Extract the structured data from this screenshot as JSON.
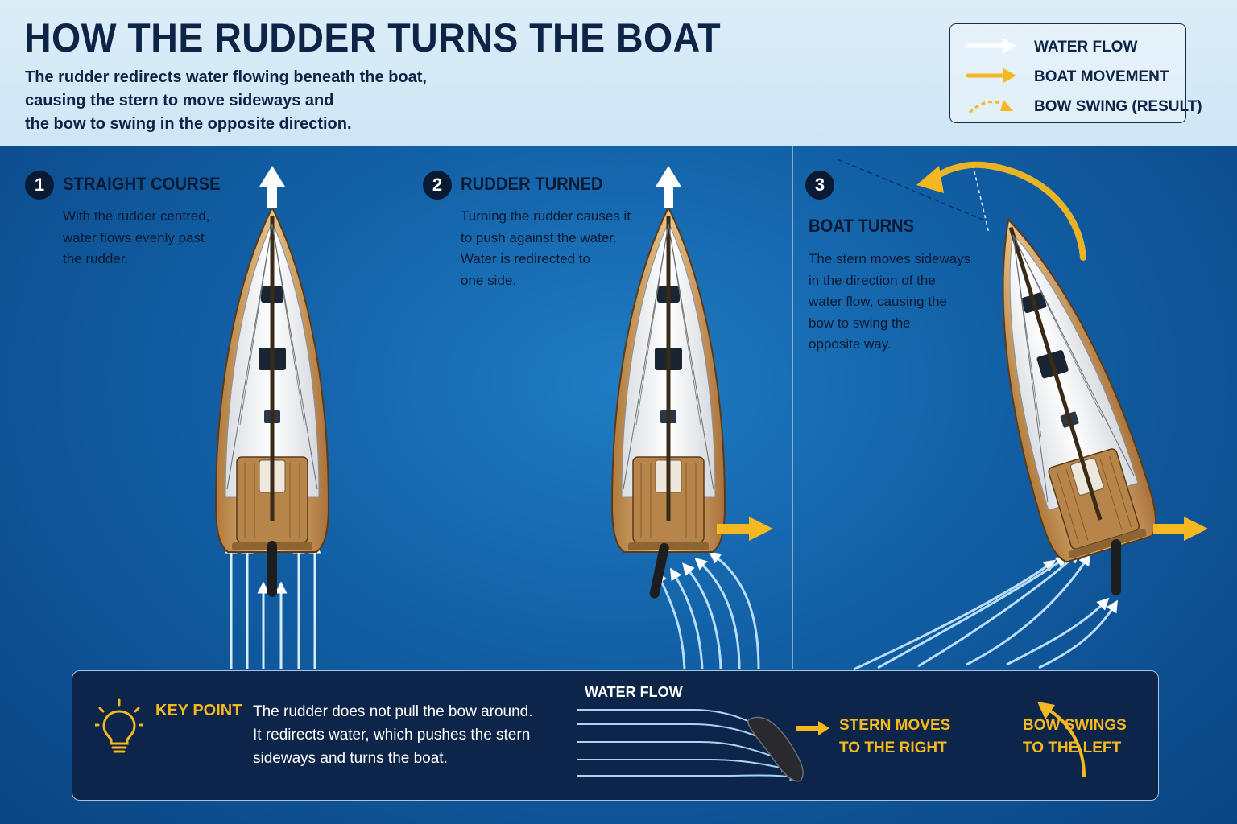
{
  "header": {
    "title": "HOW THE RUDDER TURNS THE BOAT",
    "subtitle_lines": [
      "The rudder redirects water flowing beneath the boat,",
      "causing the stern to move sideways and",
      "the bow to swing in the opposite direction."
    ]
  },
  "legend": [
    {
      "label": "WATER FLOW",
      "color": "#ffffff",
      "style": "solid-arrow"
    },
    {
      "label": "BOAT MOVEMENT",
      "color": "#f5b820",
      "style": "solid-arrow"
    },
    {
      "label": "BOW SWING (RESULT)",
      "color": "#f5b820",
      "style": "dashed-curved-arrow"
    }
  ],
  "steps": [
    {
      "number": "1",
      "title": "STRAIGHT COURSE",
      "description_lines": [
        "With the rudder centred,",
        "water flows evenly past",
        "the rudder."
      ]
    },
    {
      "number": "2",
      "title": "RUDDER TURNED",
      "description_lines": [
        "Turning the rudder causes it",
        "to push against the water.",
        "Water is redirected to",
        "one side."
      ]
    },
    {
      "number": "3",
      "title": "BOAT TURNS",
      "description_lines": [
        "The stern moves sideways",
        "in the direction of the",
        "water flow, causing the",
        "bow to swing the",
        "opposite way."
      ]
    }
  ],
  "key_point": {
    "label": "KEY POINT",
    "icon": "lightbulb-icon",
    "text_lines": [
      "The rudder does not pull the bow around.",
      "It redirects water, which pushes the stern",
      "sideways and turns the boat."
    ],
    "flow_label": "WATER FLOW",
    "stern_label_lines": [
      "STERN MOVES",
      "TO THE RIGHT"
    ],
    "bow_label_lines": [
      "BOW SWINGS",
      "TO THE LEFT"
    ]
  },
  "colors": {
    "navy": "#0b1a33",
    "accent_yellow": "#f5b820",
    "water_flow": "#ffffff",
    "flow_lines": "#a9d4f5",
    "sea": "#125fa5",
    "header_bg": "#dcedf8"
  }
}
